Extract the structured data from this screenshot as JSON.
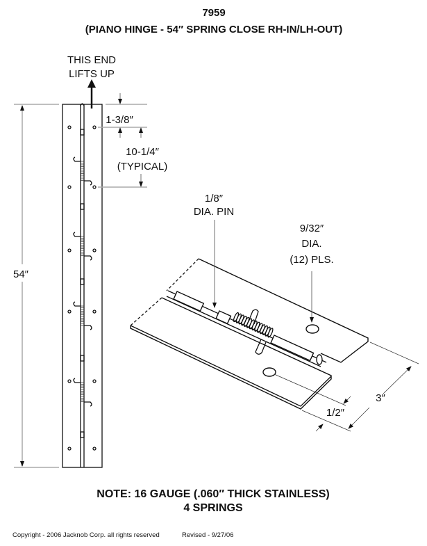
{
  "header": {
    "part_number": "7959",
    "title": "(PIANO HINGE - 54″ SPRING CLOSE RH-IN/LH-OUT)"
  },
  "callouts": {
    "lift_line1": "THIS END",
    "lift_line2": "LIFTS UP",
    "length": "54″",
    "end_offset": "1-3/8″",
    "hole_spacing": "10-1/4″",
    "hole_spacing_note": "(TYPICAL)",
    "pin_line1": "1/8″",
    "pin_line2": "DIA. PIN",
    "hole_line1": "9/32″",
    "hole_line2": "DIA.",
    "hole_line3": "(12) PLS.",
    "width": "3″",
    "hole_edge": "1/2″"
  },
  "notes": {
    "line1": "NOTE: 16 GAUGE (.060″ THICK STAINLESS)",
    "line2": "4 SPRINGS"
  },
  "footer": {
    "copyright": "Copyright - 2006 Jacknob Corp.  all rights reserved",
    "revised": "Revised - 9/27/06"
  }
}
